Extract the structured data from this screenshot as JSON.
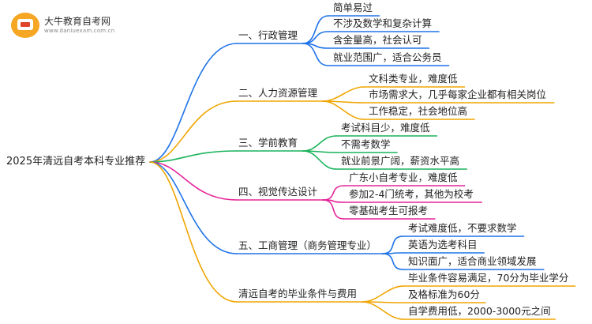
{
  "site": {
    "name": "大牛教育自考网",
    "url": "www.daniuexam.com.cn"
  },
  "root": "2025年清远自考本科专业推荐",
  "colors": [
    "#1e73e8",
    "#f0a500",
    "#19b35a",
    "#e6249a",
    "#1e73e8",
    "#f0a500"
  ],
  "branches": [
    {
      "label": "一、行政管理",
      "leaves": [
        "简单易过",
        "不涉及数学和复杂计算",
        "含金量高，社会认可",
        "就业范围广，适合公务员"
      ]
    },
    {
      "label": "二、人力资源管理",
      "leaves": [
        "文科类专业，难度低",
        "市场需求大，几乎每家企业都有相关岗位",
        "工作稳定，社会地位高"
      ]
    },
    {
      "label": "三、学前教育",
      "leaves": [
        "考试科目少，难度低",
        "不需考数学",
        "就业前景广阔，薪资水平高"
      ]
    },
    {
      "label": "四、视觉传达设计",
      "leaves": [
        "广东小自考专业，难度低",
        "参加2-4门统考，其他为校考",
        "零基础考生可报考"
      ]
    },
    {
      "label": "五、工商管理（商务管理专业）",
      "leaves": [
        "考试难度低，不要求数学",
        "英语为选考科目",
        "知识面广，适合商业领域发展"
      ]
    },
    {
      "label": "清远自考的毕业条件与费用",
      "leaves": [
        "毕业条件容易满足，70分为毕业学分",
        "及格标准为60分",
        "自学费用低，2000-3000元之间"
      ]
    }
  ]
}
